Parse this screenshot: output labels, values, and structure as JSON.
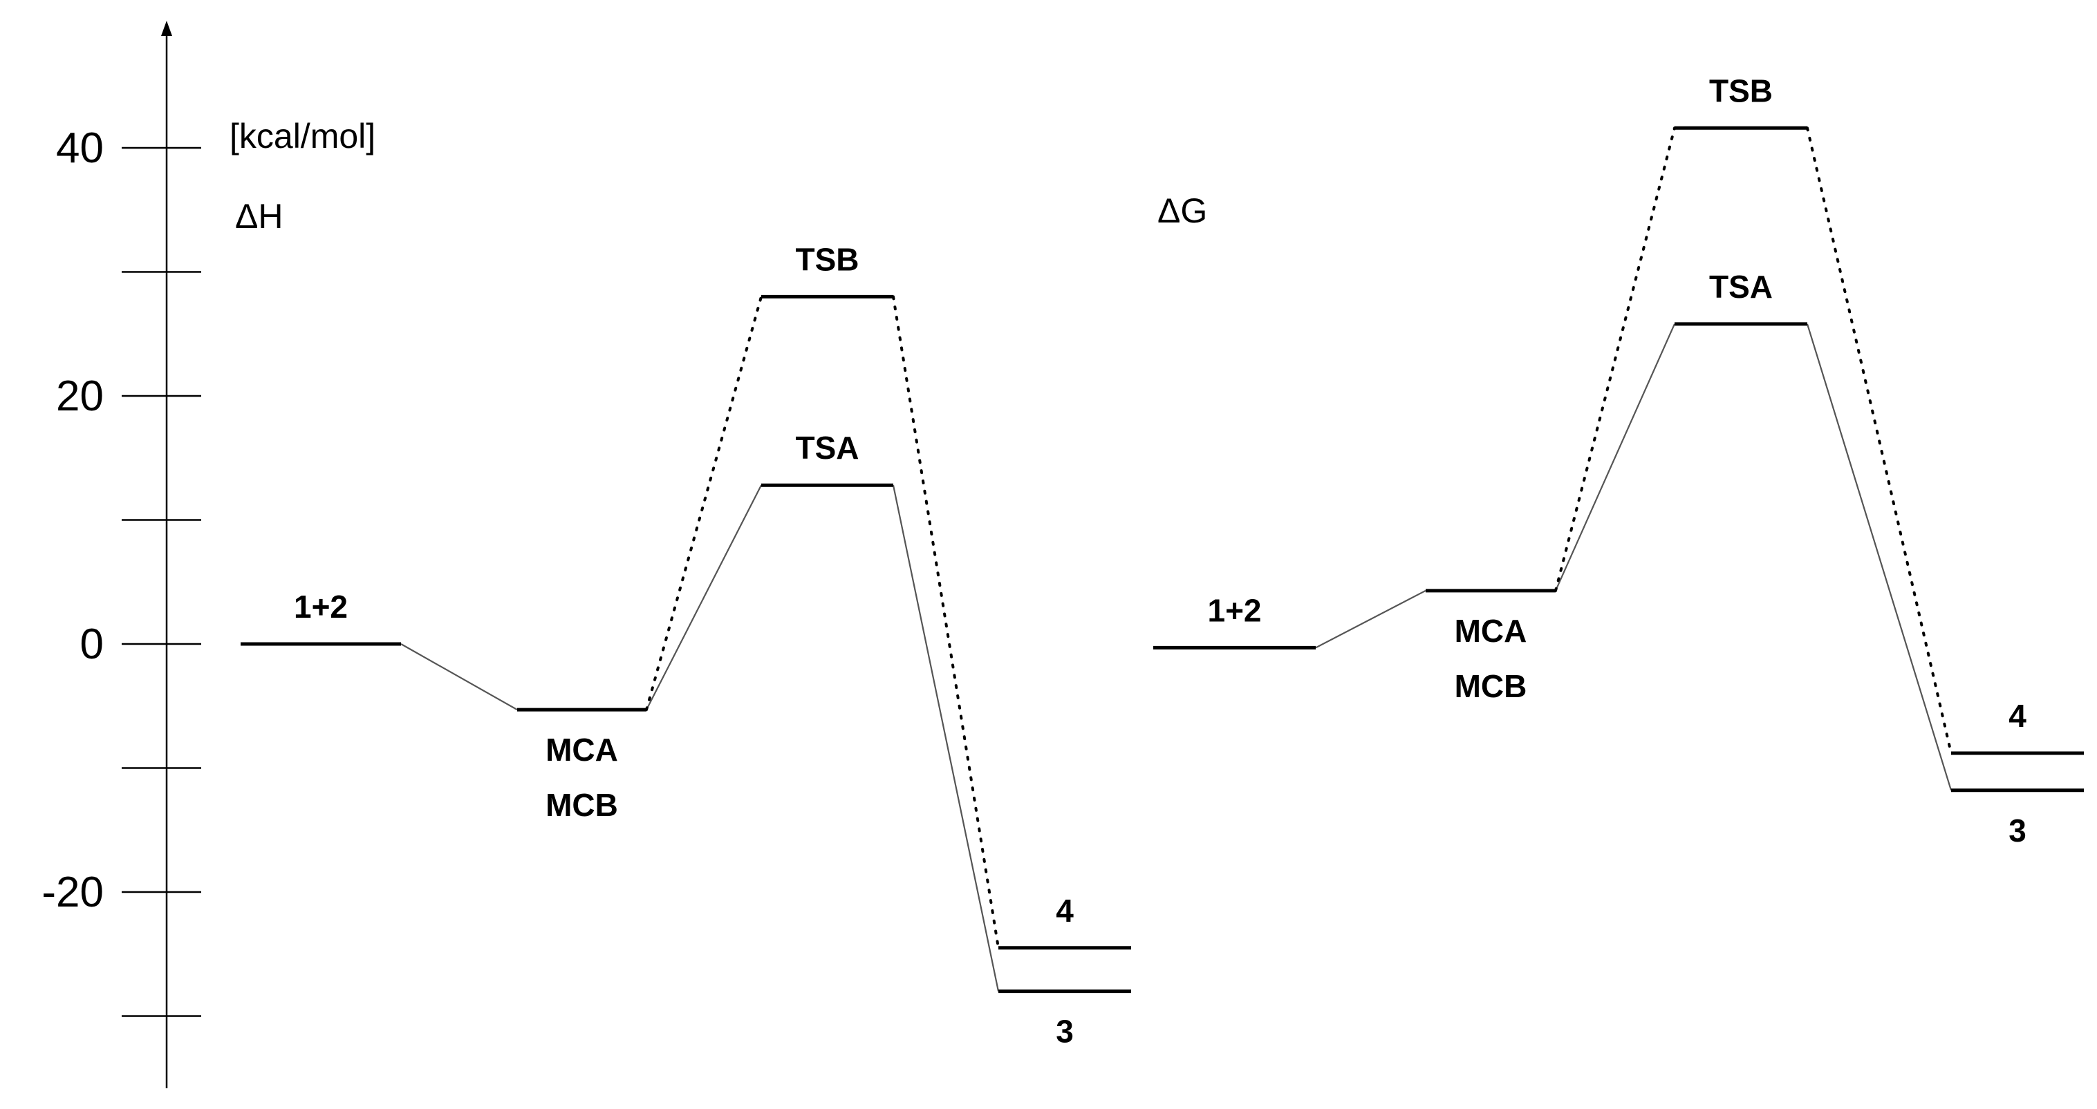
{
  "chart_data": {
    "type": "energy-profile",
    "unit_label": "[kcal/mol]",
    "y_axis": {
      "ticks": [
        40,
        30,
        20,
        10,
        0,
        -10,
        -20,
        -30
      ],
      "tick_labels": [
        "40",
        "20",
        "0",
        "-20"
      ],
      "ylim": [
        -35,
        50
      ]
    },
    "colors": {
      "line": "#000000",
      "connector": "#555555"
    },
    "panels": [
      {
        "label": "ΔH",
        "states": [
          {
            "key": "r",
            "label": "1+2",
            "value": 0,
            "slot": 0,
            "label_pos": "above"
          },
          {
            "key": "mc",
            "label": "MCA",
            "label2": "MCB",
            "value": -5.3,
            "slot": 1,
            "label_pos": "below"
          },
          {
            "key": "tsa",
            "label": "TSA",
            "value": 12.8,
            "slot": 2,
            "label_pos": "above"
          },
          {
            "key": "tsb",
            "label": "TSB",
            "value": 28.0,
            "slot": 2,
            "label_pos": "above"
          },
          {
            "key": "p3",
            "label": "3",
            "value": -28.0,
            "slot": 3,
            "label_pos": "below"
          },
          {
            "key": "p4",
            "label": "4",
            "value": -24.5,
            "slot": 3,
            "label_pos": "above"
          }
        ],
        "paths": [
          {
            "name": "A",
            "style": "solid",
            "states": [
              "r",
              "mc",
              "tsa",
              "p3"
            ]
          },
          {
            "name": "B",
            "style": "dotted",
            "states": [
              "mc",
              "tsb",
              "p4"
            ]
          }
        ]
      },
      {
        "label": "ΔG",
        "states": [
          {
            "key": "r",
            "label": "1+2",
            "value": -0.3,
            "slot": 0,
            "label_pos": "above"
          },
          {
            "key": "mc",
            "label": "MCA",
            "label2": "MCB",
            "value": 4.3,
            "slot": 1,
            "label_pos": "below"
          },
          {
            "key": "tsa",
            "label": "TSA",
            "value": 25.8,
            "slot": 2,
            "label_pos": "above"
          },
          {
            "key": "tsb",
            "label": "TSB",
            "value": 41.6,
            "slot": 2,
            "label_pos": "above"
          },
          {
            "key": "p3",
            "label": "3",
            "value": -11.8,
            "slot": 3,
            "label_pos": "below"
          },
          {
            "key": "p4",
            "label": "4",
            "value": -8.8,
            "slot": 3,
            "label_pos": "above"
          }
        ],
        "paths": [
          {
            "name": "A",
            "style": "solid",
            "states": [
              "r",
              "mc",
              "tsa",
              "p3"
            ]
          },
          {
            "name": "B",
            "style": "dotted",
            "states": [
              "mc",
              "tsb",
              "p4"
            ]
          }
        ]
      }
    ]
  }
}
